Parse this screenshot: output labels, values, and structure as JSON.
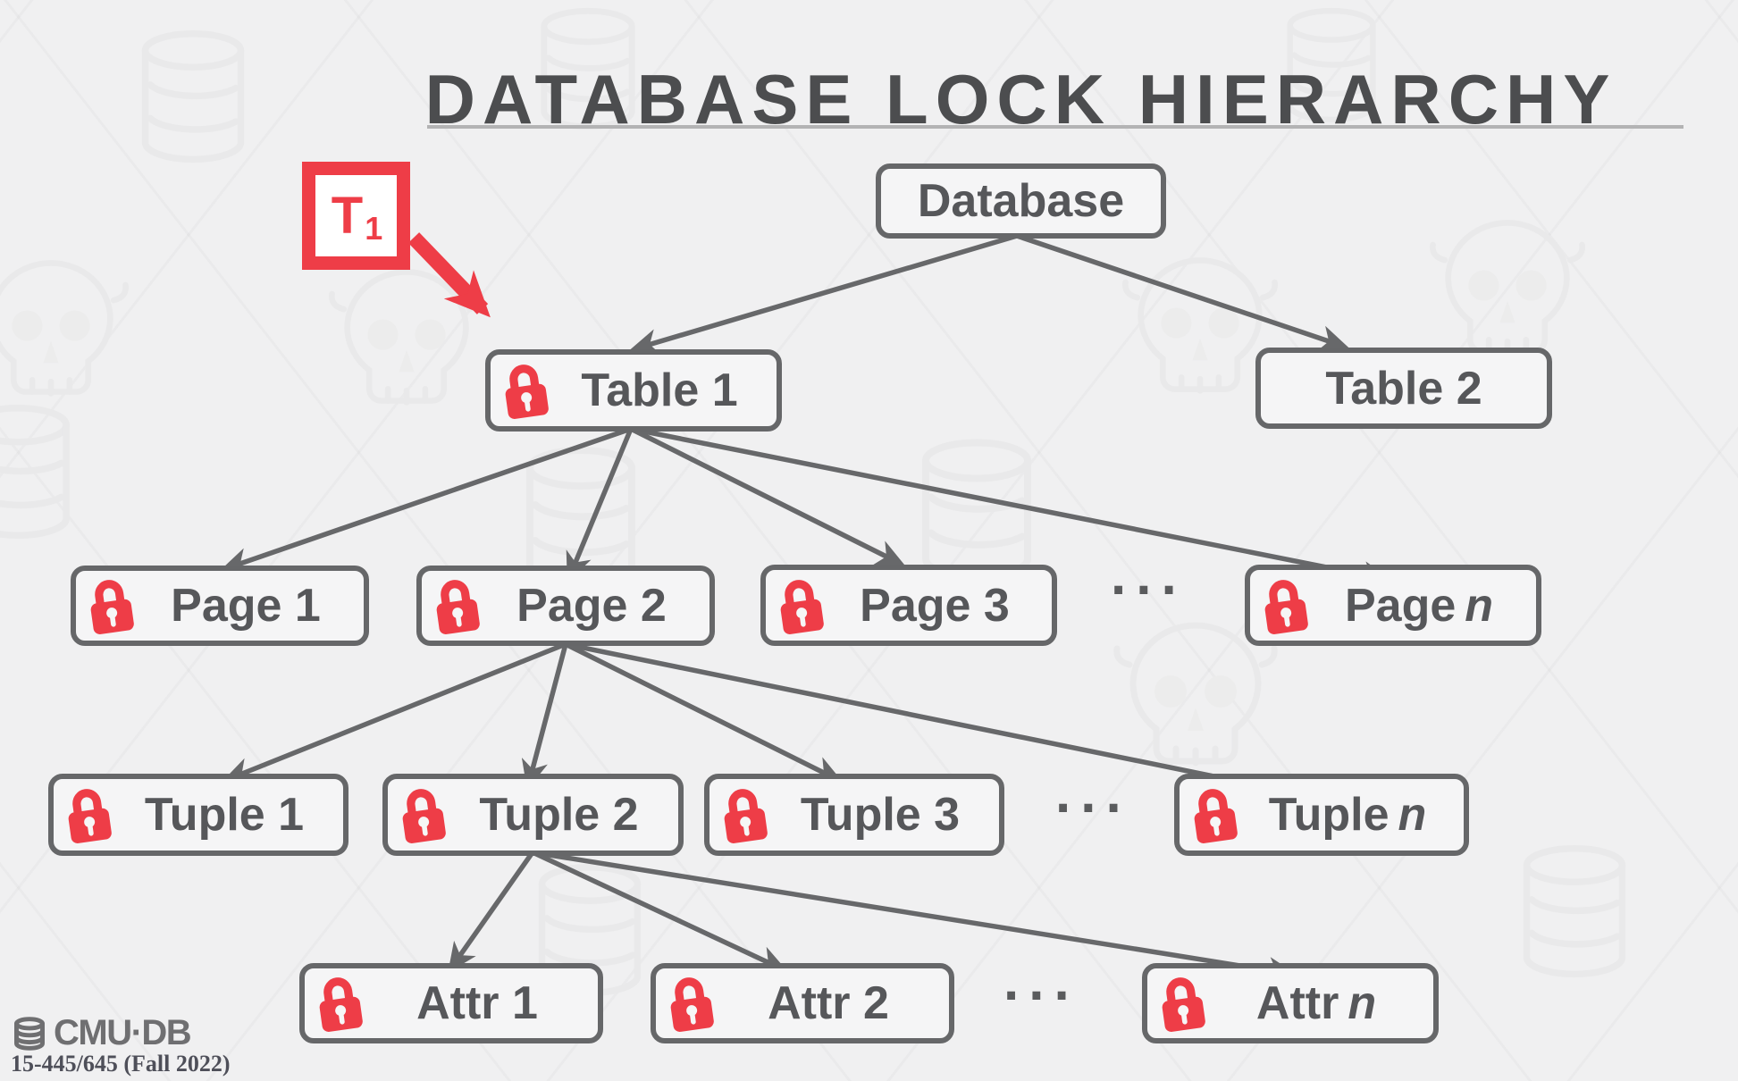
{
  "title": "DATABASE LOCK HIERARCHY",
  "transaction": {
    "label": "T",
    "subscript": "1"
  },
  "tree": {
    "root": {
      "label": "Database",
      "locked": false
    },
    "tables": [
      {
        "label": "Table 1",
        "locked": true
      },
      {
        "label": "Table 2",
        "locked": false
      }
    ],
    "pages": [
      {
        "label": "Page 1",
        "locked": true
      },
      {
        "label": "Page 2",
        "locked": true
      },
      {
        "label": "Page 3",
        "locked": true
      },
      {
        "label": "Page",
        "var": "n",
        "locked": true
      }
    ],
    "pages_ellipsis": "...",
    "tuples": [
      {
        "label": "Tuple 1",
        "locked": true
      },
      {
        "label": "Tuple 2",
        "locked": true
      },
      {
        "label": "Tuple 3",
        "locked": true
      },
      {
        "label": "Tuple",
        "var": "n",
        "locked": true
      }
    ],
    "tuples_ellipsis": "...",
    "attributes": [
      {
        "label": "Attr 1",
        "locked": true
      },
      {
        "label": "Attr 2",
        "locked": true
      },
      {
        "label": "Attr",
        "var": "n",
        "locked": true
      }
    ],
    "attributes_ellipsis": "..."
  },
  "edges": [
    {
      "from": "T1",
      "to": "Table 1",
      "style": "transaction-acquire-arrow"
    },
    {
      "from": "Database",
      "to": "Table 1"
    },
    {
      "from": "Database",
      "to": "Table 2"
    },
    {
      "from": "Table 1",
      "to": "Page 1"
    },
    {
      "from": "Table 1",
      "to": "Page 2"
    },
    {
      "from": "Table 1",
      "to": "Page 3"
    },
    {
      "from": "Table 1",
      "to": "Page n"
    },
    {
      "from": "Page 2",
      "to": "Tuple 1"
    },
    {
      "from": "Page 2",
      "to": "Tuple 2"
    },
    {
      "from": "Page 2",
      "to": "Tuple 3"
    },
    {
      "from": "Page 2",
      "to": "Tuple n"
    },
    {
      "from": "Tuple 2",
      "to": "Attr 1"
    },
    {
      "from": "Tuple 2",
      "to": "Attr 2"
    },
    {
      "from": "Tuple 2",
      "to": "Attr n"
    }
  ],
  "icons": {
    "lock": "red-padlock",
    "logo": "database-cylinder",
    "watermarks": "database-cylinders-and-skulls"
  },
  "colors": {
    "accent_red": "#ee3d47",
    "box_border": "#666769",
    "box_fill": "#f5f5f6",
    "text": "#56575a",
    "arrow": "#67686a",
    "background": "#f0f0f1"
  },
  "footer": {
    "logo_text": "CMU·DB",
    "course": "15-445/645 (Fall 2022)"
  }
}
